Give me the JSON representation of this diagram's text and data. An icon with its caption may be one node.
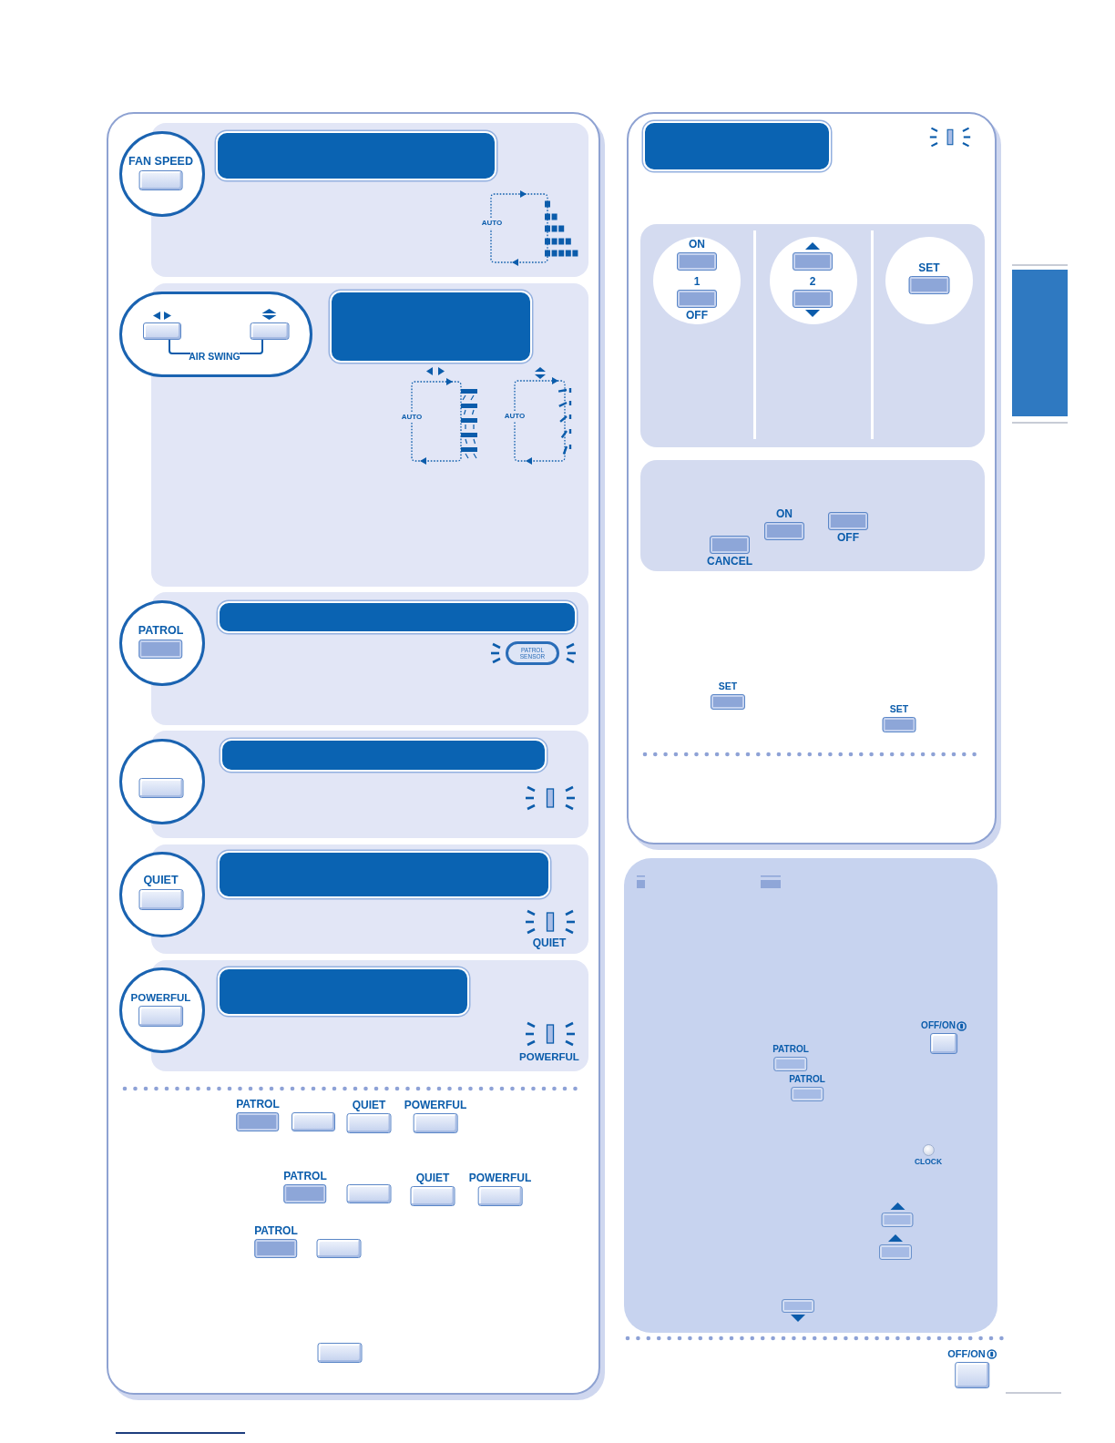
{
  "diagram": {
    "nodes": [
      {
        "text": [],
        "shape": "box"
      },
      {
        "text": [],
        "shape": "box",
        "in": 0
      },
      {
        "text": [],
        "shape": "circle",
        "in": 1
      },
      {
        "text": [
          "FAN SPEED"
        ],
        "in": 2
      },
      {
        "text": [],
        "shape": "bar",
        "in": 1
      },
      {
        "text": [],
        "shape": "box",
        "in": 0
      },
      {
        "text": [
          "AIR SWING"
        ],
        "in": 5
      },
      {
        "text": [],
        "shape": "box",
        "in": 6
      },
      {
        "text": [],
        "shape": "box",
        "in": 6
      },
      {
        "text": [],
        "shape": "bar",
        "in": 5
      },
      {
        "text": [],
        "shape": "box",
        "in": 0
      },
      {
        "text": [],
        "shape": "circle",
        "in": 10
      },
      {
        "text": [
          "PATROL"
        ],
        "in": 11
      },
      {
        "text": [],
        "shape": "bar",
        "in": 10
      },
      {
        "text": [
          "PATROL SENSOR"
        ],
        "in": 10
      },
      {
        "text": [],
        "shape": "box",
        "in": 0
      },
      {
        "text": [],
        "shape": "circle",
        "in": 15
      },
      {
        "text": [],
        "shape": "box",
        "in": 16
      },
      {
        "text": [],
        "shape": "bar",
        "in": 15
      },
      {
        "text": [],
        "shape": "box",
        "in": 0
      },
      {
        "text": [],
        "shape": "circle",
        "in": 19
      },
      {
        "text": [
          "QUIET"
        ],
        "in": 20
      },
      {
        "text": [],
        "shape": "bar",
        "in": 19
      },
      {
        "text": [],
        "shape": "box",
        "in": 0
      },
      {
        "text": [],
        "shape": "circle",
        "in": 23
      },
      {
        "text": [
          "POWERFUL"
        ],
        "in": 24
      },
      {
        "text": [],
        "shape": "bar",
        "in": 23
      },
      {
        "text": [
          "PATROL"
        ],
        "in": 0
      },
      {
        "text": [],
        "shape": "box",
        "in": 0
      },
      {
        "text": [
          "QUIET"
        ],
        "in": 0
      },
      {
        "text": [
          "POWERFUL"
        ],
        "in": 0
      },
      {
        "text": [
          "PATROL"
        ],
        "in": 0
      },
      {
        "text": [],
        "shape": "box",
        "in": 0
      },
      {
        "text": [
          "QUIET"
        ],
        "in": 0
      },
      {
        "text": [
          "POWERFUL"
        ],
        "in": 0
      },
      {
        "text": [
          "PATROL"
        ],
        "in": 0
      },
      {
        "text": [],
        "shape": "box",
        "in": 0
      },
      {
        "text": [],
        "shape": "box",
        "in": 0
      },
      {
        "text": [],
        "shape": "box"
      },
      {
        "text": [],
        "shape": "bar",
        "in": 38
      },
      {
        "text": [],
        "shape": "box",
        "in": 38
      },
      {
        "text": [],
        "shape": "circle",
        "in": 40
      },
      {
        "text": [
          "ON"
        ],
        "in": 41
      },
      {
        "text": [
          "OFF"
        ],
        "in": 41
      },
      {
        "text": [],
        "shape": "circle",
        "in": 40
      },
      {
        "text": [],
        "shape": "box",
        "in": 44
      },
      {
        "text": [],
        "shape": "box",
        "in": 44
      },
      {
        "text": [],
        "shape": "circle",
        "in": 40
      },
      {
        "text": [
          "SET"
        ],
        "in": 47
      },
      {
        "text": [],
        "shape": "box",
        "in": 38
      },
      {
        "text": [
          "CANCEL"
        ],
        "in": 49
      },
      {
        "text": [
          "ON"
        ],
        "in": 49
      },
      {
        "text": [
          "OFF"
        ],
        "in": 49
      },
      {
        "text": [
          "SET"
        ],
        "in": 38
      },
      {
        "text": [
          "SET"
        ],
        "in": 38
      },
      {
        "text": [],
        "shape": "box"
      },
      {
        "text": [],
        "shape": "box"
      },
      {
        "text": [
          "OFF/ON"
        ],
        "in": 56
      },
      {
        "text": [
          "PATROL"
        ],
        "in": 56
      },
      {
        "text": [
          "PATROL"
        ],
        "in": 56
      },
      {
        "text": [
          "CLOCK"
        ],
        "in": 56
      },
      {
        "text": [],
        "shape": "box",
        "in": 56
      },
      {
        "text": [],
        "shape": "box",
        "in": 56
      },
      {
        "text": [],
        "shape": "box",
        "in": 56
      },
      {
        "text": [
          "OFF/ON"
        ]
      }
    ],
    "labels": [
      "AUTO",
      "AUTO",
      "AUTO",
      "QUIET",
      "POWERFUL",
      "1",
      "2"
    ]
  }
}
